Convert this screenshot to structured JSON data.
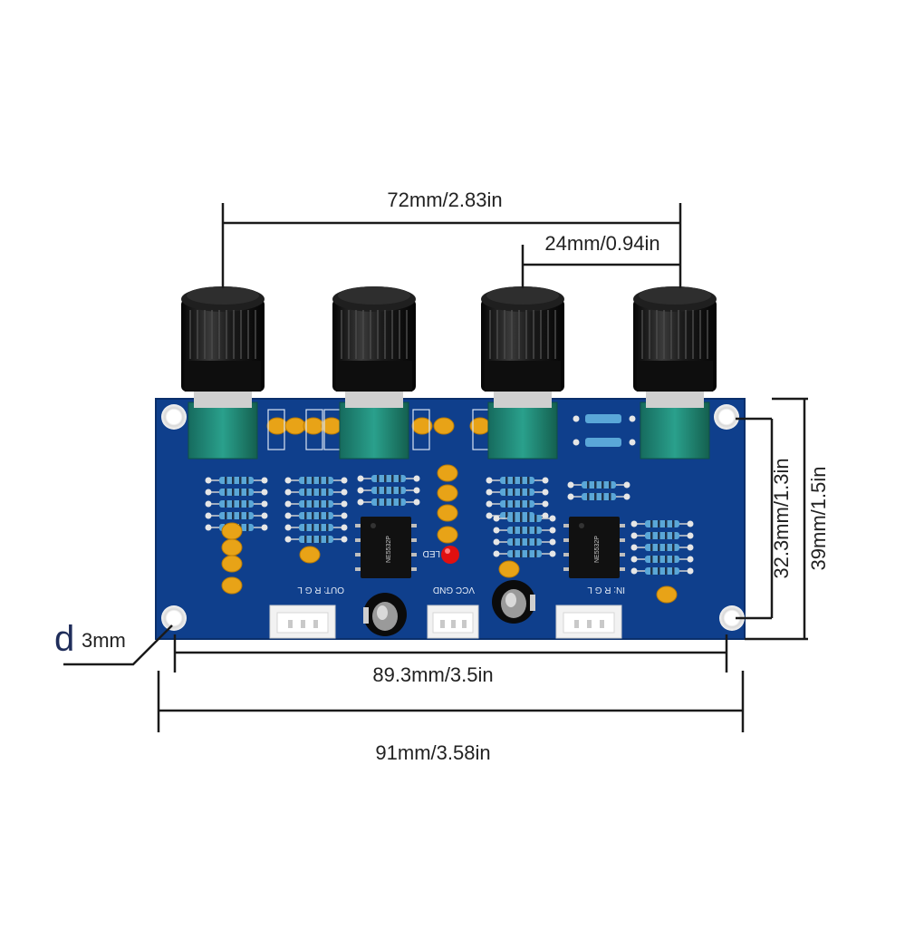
{
  "dimensions": {
    "knob_span": "72mm/2.83in",
    "knob_pitch": "24mm/0.94in",
    "hole_height": "32.3mm/1.3in",
    "board_height": "39mm/1.5in",
    "hole_span": "89.3mm/3.5in",
    "board_width": "91mm/3.58in",
    "hole_diameter_symbol": "d",
    "hole_diameter_value": "3mm"
  },
  "silkscreen": {
    "out_connector": "OUT: R G L",
    "power_connector": "VCC GND",
    "in_connector": "IN: R G L",
    "led_label": "LED"
  },
  "colors": {
    "pcb": "#0f3f8c",
    "knob": "#141414",
    "potentiometer": "#1e8a78",
    "capacitor": "#e8a317",
    "resistor": "#5aa7d8",
    "led": "#e01010"
  }
}
